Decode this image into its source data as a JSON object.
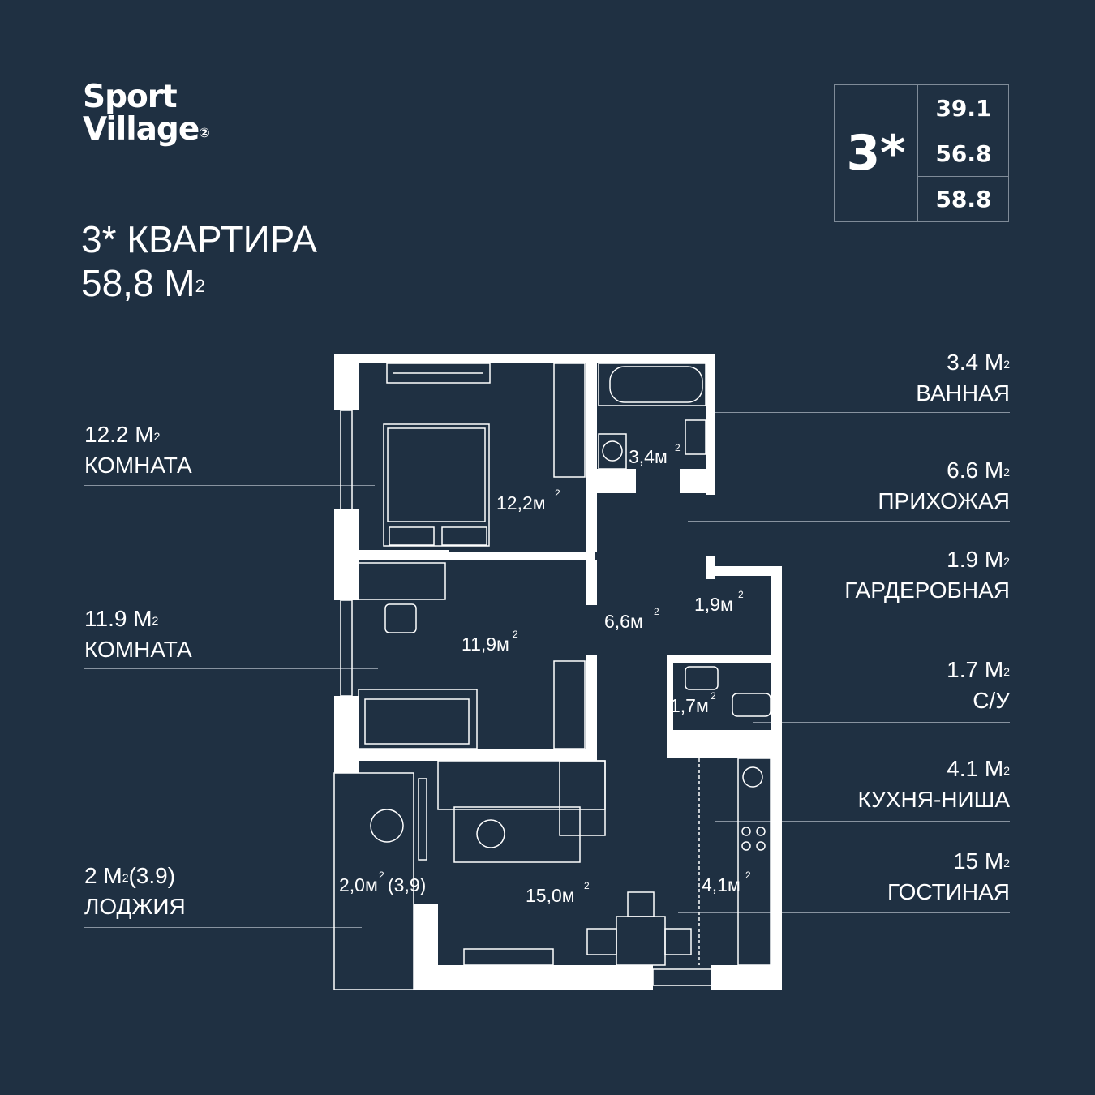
{
  "logo": {
    "line1": "Sport",
    "line2": "Village",
    "mark": "②"
  },
  "title": {
    "line1": "3* КВАРТИРА",
    "area": "58,8 М",
    "sup": "2"
  },
  "type_box": {
    "type": "3*",
    "areas": [
      "39.1",
      "56.8",
      "58.8"
    ]
  },
  "legend_left": [
    {
      "area": "12.2 М",
      "name": "КОМНАТА"
    },
    {
      "area": "11.9 М",
      "name": "КОМНАТА"
    },
    {
      "area": "2 М",
      "area_suffix": "(3.9)",
      "name": "ЛОДЖИЯ"
    }
  ],
  "legend_right": [
    {
      "area": "3.4 М",
      "name": "ВАННАЯ"
    },
    {
      "area": "6.6 М",
      "name": "ПРИХОЖАЯ"
    },
    {
      "area": "1.9 М",
      "name": "ГАРДЕРОБНАЯ"
    },
    {
      "area": "1.7 М",
      "name": "С/У"
    },
    {
      "area": "4.1 М",
      "name": "КУХНЯ-НИША"
    },
    {
      "area": "15 М",
      "name": "ГОСТИНАЯ"
    }
  ],
  "sup": "2",
  "plan_labels": {
    "room1": "12,2м",
    "bath": "3,4м",
    "room2": "11,9м",
    "hall": "6,6м",
    "wardrobe": "1,9м",
    "wc": "1,7м",
    "loggia": "2,0м",
    "loggia_suffix": "(3,9)",
    "living": "15,0м",
    "kitchen": "4,1м",
    "sup": "2"
  },
  "colors": {
    "background": "#1f3042",
    "wall": "#ffffff",
    "line": "#8893a0"
  }
}
